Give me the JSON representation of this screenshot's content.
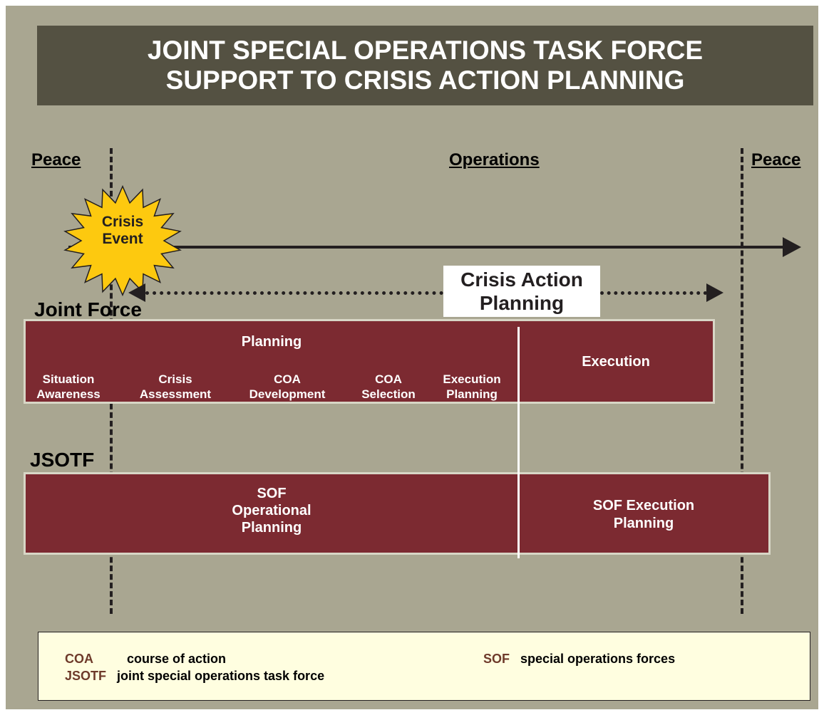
{
  "title": {
    "line1": "JOINT SPECIAL OPERATIONS TASK FORCE",
    "line2": "SUPPORT TO CRISIS ACTION PLANNING"
  },
  "phases": {
    "left": "Peace",
    "middle": "Operations",
    "right": "Peace"
  },
  "crisis_event": {
    "line1": "Crisis",
    "line2": "Event",
    "color": "#fdc90f"
  },
  "crisis_action_planning": {
    "line1": "Crisis Action",
    "line2": "Planning"
  },
  "joint_force": {
    "label": "Joint Force",
    "planning": "Planning",
    "execution": "Execution",
    "steps": [
      {
        "line1": "Situation",
        "line2": "Awareness"
      },
      {
        "line1": "Crisis",
        "line2": "Assessment"
      },
      {
        "line1": "COA",
        "line2": "Development"
      },
      {
        "line1": "COA",
        "line2": "Selection"
      },
      {
        "line1": "Execution",
        "line2": "Planning"
      }
    ]
  },
  "jsotf": {
    "label": "JSOTF",
    "sof_operational": {
      "line1": "SOF",
      "line2": "Operational",
      "line3": "Planning"
    },
    "sof_execution": {
      "line1": "SOF Execution",
      "line2": "Planning"
    }
  },
  "legend": [
    {
      "abbr": "COA",
      "definition": "course of action"
    },
    {
      "abbr": "JSOTF",
      "definition": "joint special operations task force"
    },
    {
      "abbr": "SOF",
      "definition": "special operations forces"
    }
  ],
  "colors": {
    "background": "#a9a691",
    "title_bg": "#545142",
    "box": "#7c2a31",
    "legend_bg": "#fffee0",
    "abbr": "#6e3a2a"
  }
}
